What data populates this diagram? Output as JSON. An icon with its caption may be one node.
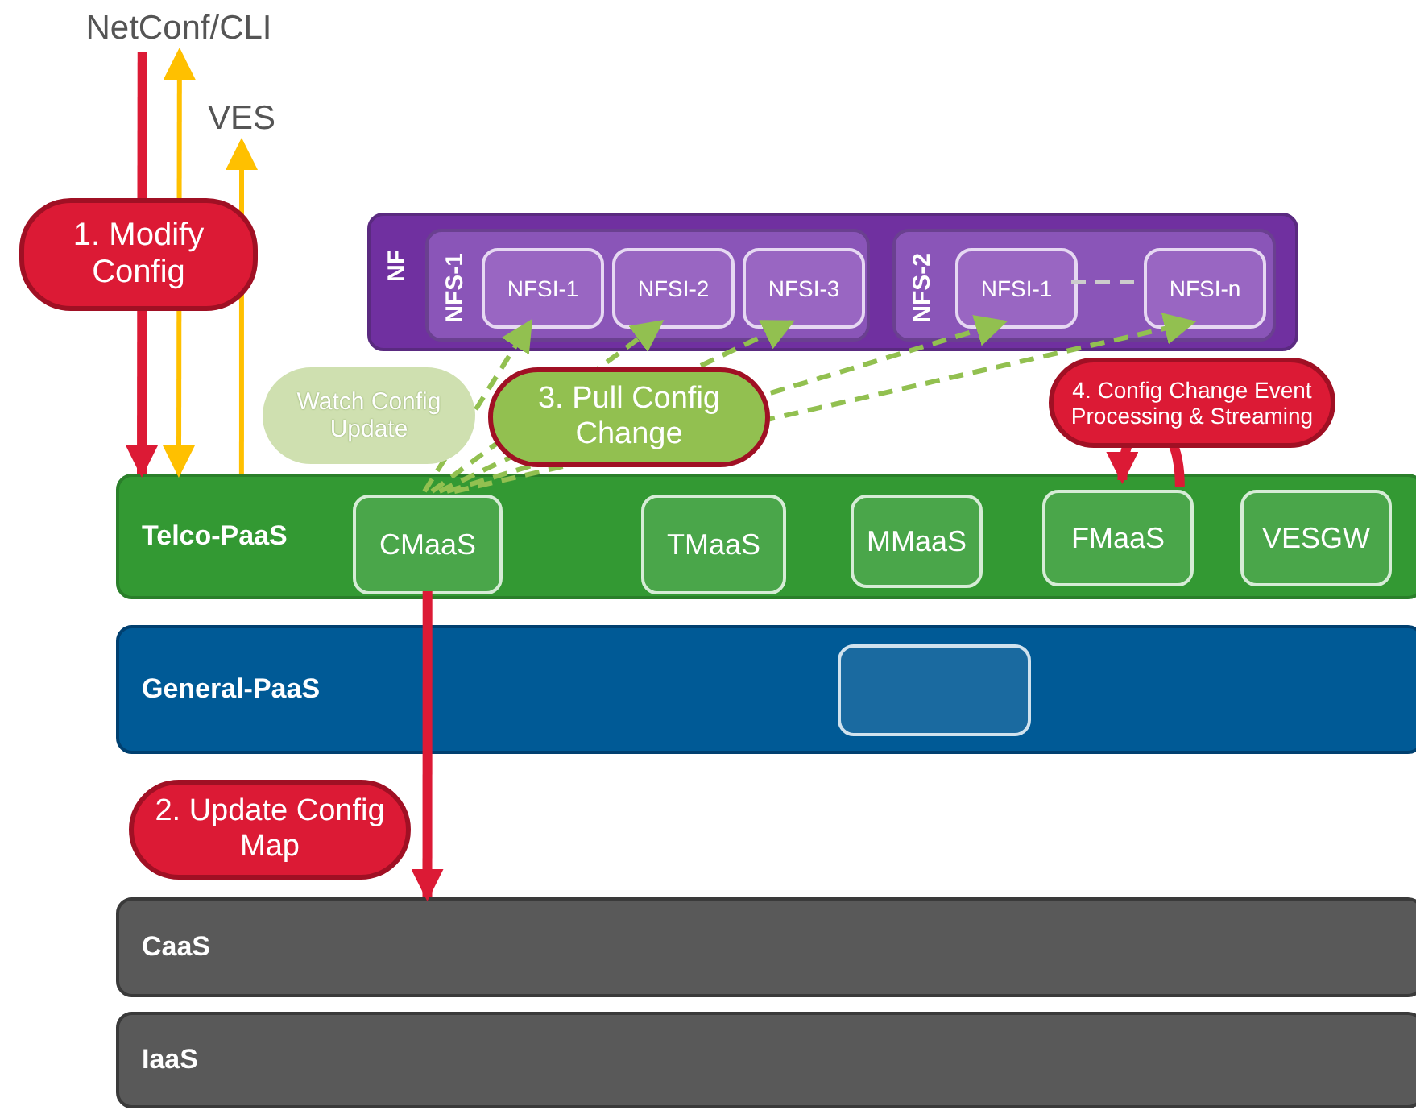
{
  "diagram": {
    "nodes": [
      {
        "text": [
          "NetConf/CLI"
        ]
      },
      {
        "text": [
          "VES"
        ]
      },
      {
        "text": [
          "NF"
        ]
      },
      {
        "text": [
          "NFS-1"
        ],
        "in": 2
      },
      {
        "text": [
          "NFSI-1"
        ],
        "in": 3
      },
      {
        "text": [
          "NFSI-2"
        ],
        "in": 3
      },
      {
        "text": [
          "NFSI-3"
        ],
        "in": 3
      },
      {
        "text": [
          "NFS-2"
        ],
        "in": 2
      },
      {
        "text": [
          "NFSI-1"
        ],
        "in": 7
      },
      {
        "text": [
          "NFSI-n"
        ],
        "in": 7
      },
      {
        "text": [
          "Telco-PaaS"
        ]
      },
      {
        "text": [
          "CMaaS"
        ],
        "in": 10
      },
      {
        "text": [
          "TMaaS"
        ],
        "in": 10
      },
      {
        "text": [
          "MMaaS"
        ],
        "in": 10
      },
      {
        "text": [
          "FMaaS"
        ],
        "in": 10
      },
      {
        "text": [
          "VESGW"
        ],
        "in": 10
      },
      {
        "text": [
          "General-PaaS"
        ]
      },
      {
        "text": [],
        "shape": "box",
        "in": 16
      },
      {
        "text": [
          "CaaS"
        ]
      },
      {
        "text": [
          "IaaS"
        ]
      }
    ],
    "edges": [
      {
        "from": 0,
        "to": 10,
        "arrow": "to",
        "label": "1. Modify Config",
        "style": "thick",
        "color": "#dc1a35"
      },
      {
        "from": 0,
        "to": 10,
        "arrow": "both",
        "color": "#ffc000"
      },
      {
        "from": 10,
        "to": 1,
        "arrow": "to",
        "color": "#ffc000"
      },
      {
        "from": 11,
        "to": 18,
        "arrow": "to",
        "label": "2. Update Config Map",
        "style": "thick",
        "color": "#dc1a35"
      },
      {
        "from": 11,
        "to": 4,
        "arrow": "to",
        "label": "3. Pull Config Change",
        "style": "dashed",
        "color": "#92c050"
      },
      {
        "from": 11,
        "to": 5,
        "arrow": "to",
        "style": "dashed",
        "color": "#92c050"
      },
      {
        "from": 11,
        "to": 6,
        "arrow": "to",
        "style": "dashed",
        "color": "#92c050"
      },
      {
        "from": 11,
        "to": 8,
        "arrow": "to",
        "style": "dashed",
        "color": "#92c050"
      },
      {
        "from": 11,
        "to": 9,
        "arrow": "to",
        "style": "dashed",
        "color": "#92c050"
      },
      {
        "from": 8,
        "to": 9,
        "arrow": "none",
        "style": "dashed",
        "color": "#cccccc"
      },
      {
        "from": 14,
        "to": 14,
        "arrow": "to",
        "label": "4. Config Change Event Processing & Streaming",
        "style": "thick",
        "color": "#dc1a35"
      }
    ],
    "labels": [
      "Watch Config Update"
    ]
  }
}
